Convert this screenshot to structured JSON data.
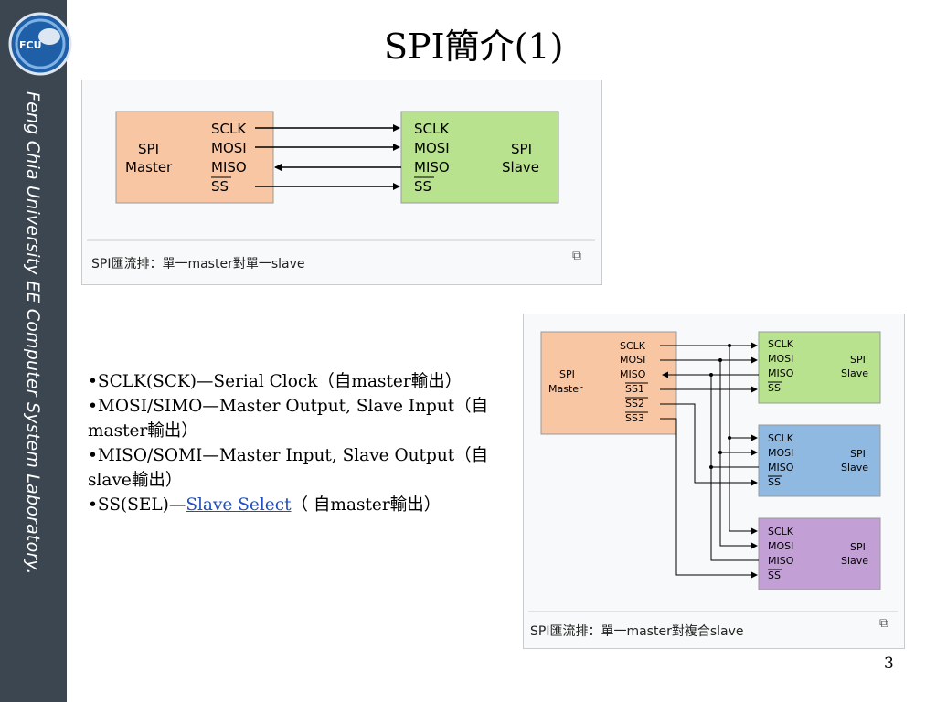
{
  "sidebar": {
    "vertical_text": "Feng Chia University EE Computer System Laboratory.",
    "logo_text": "FCU"
  },
  "title": "SPI簡介(1)",
  "diagram1": {
    "caption": "SPI匯流排：單一master對單一slave",
    "master": {
      "line1": "SPI",
      "line2": "Master",
      "pins": [
        "SCLK",
        "MOSI",
        "MISO",
        "SS"
      ]
    },
    "slave": {
      "line1": "SPI",
      "line2": "Slave",
      "pins": [
        "SCLK",
        "MOSI",
        "MISO",
        "SS"
      ]
    }
  },
  "diagram2": {
    "caption": "SPI匯流排：單一master對複合slave",
    "master": {
      "line1": "SPI",
      "line2": "Master",
      "pins": [
        "SCLK",
        "MOSI",
        "MISO",
        "SS1",
        "SS2",
        "SS3"
      ]
    },
    "slave_line1": "SPI",
    "slave_line2": "Slave",
    "slave_pins": [
      "SCLK",
      "MOSI",
      "MISO",
      "SS"
    ]
  },
  "bullets": {
    "b1": "•SCLK(SCK)—Serial Clock（自master輸出）",
    "b2": "•MOSI/SIMO—Master Output, Slave Input（自master輸出）",
    "b3": "•MISO/SOMI—Master Input, Slave Output（自slave輸出）",
    "b4_pre": "•SS(SEL)—",
    "b4_link": "Slave Select",
    "b4_post": "（ 自master輸出）"
  },
  "page_number": "3",
  "colors": {
    "sidebar": "#3b4650",
    "master_box": "#f9c6a3",
    "slave_green": "#b8e28d",
    "slave_blue": "#8fb9e0",
    "slave_purple": "#c2a0d6",
    "link": "#2050c0"
  }
}
